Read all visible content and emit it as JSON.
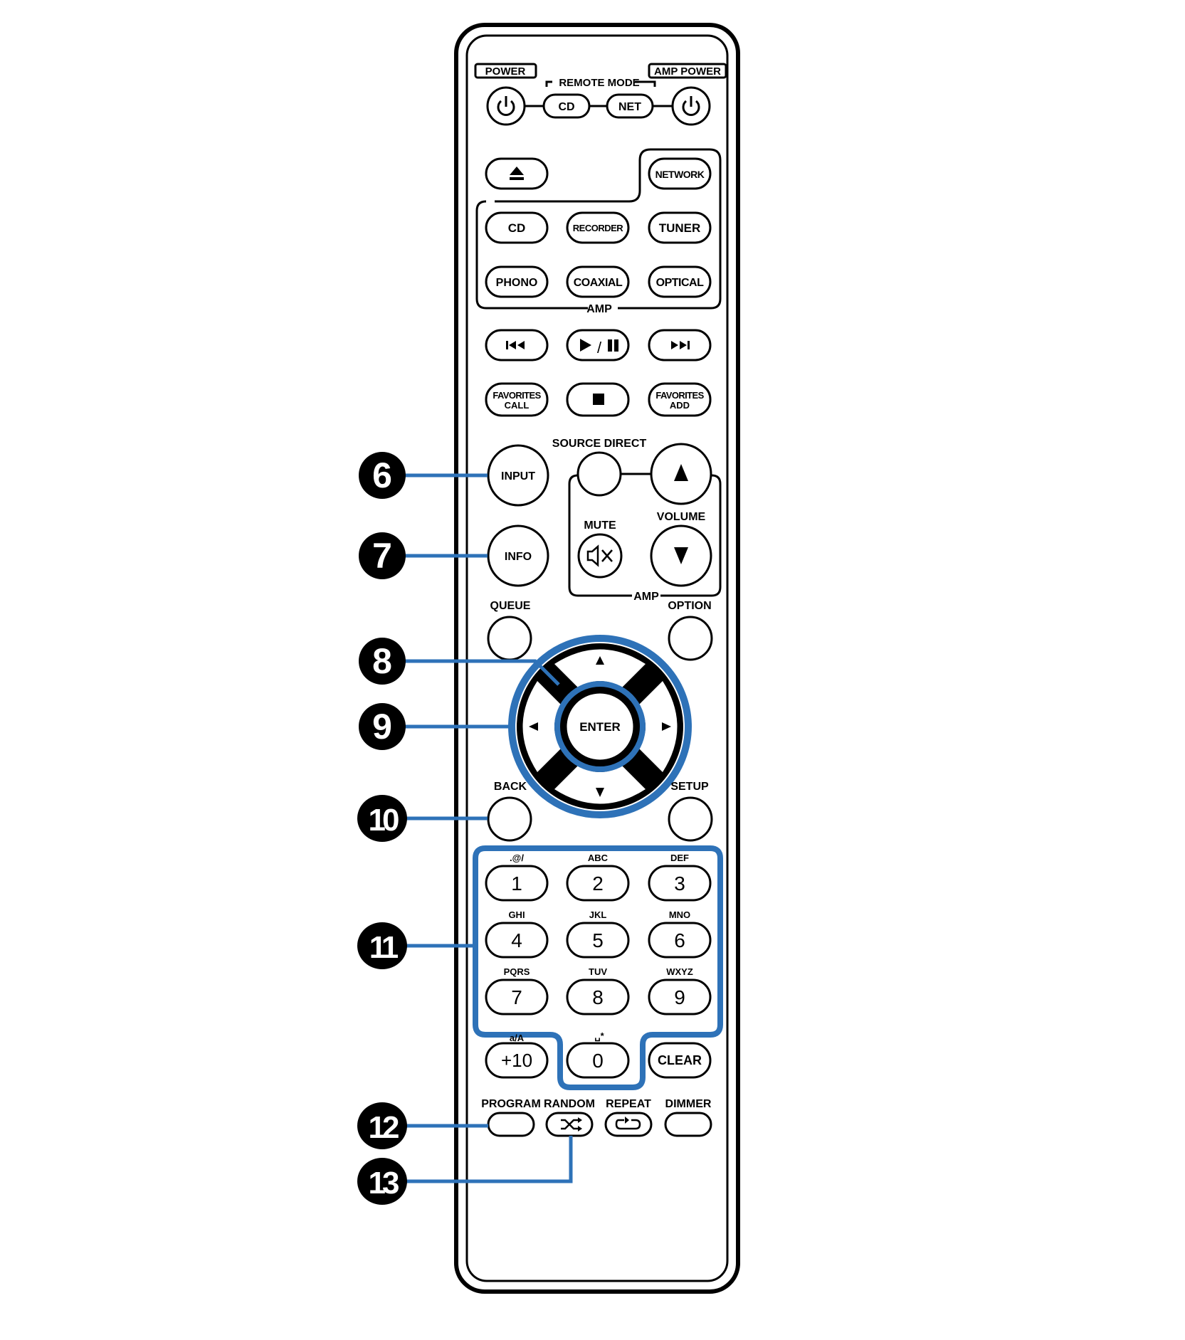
{
  "labels": {
    "power": "POWER",
    "remote_mode": "REMOTE MODE",
    "amp_power": "AMP POWER",
    "amp": "AMP",
    "source_direct": "SOURCE DIRECT",
    "mute": "MUTE",
    "volume": "VOLUME",
    "queue": "QUEUE",
    "option": "OPTION",
    "back": "BACK",
    "setup": "SETUP",
    "program": "PROGRAM",
    "random": "RANDOM",
    "repeat": "REPEAT",
    "dimmer": "DIMMER"
  },
  "buttons": {
    "mode_cd": "CD",
    "mode_net": "NET",
    "network": "NETWORK",
    "cd": "CD",
    "recorder": "RECORDER",
    "tuner": "TUNER",
    "phono": "PHONO",
    "coaxial": "COAXIAL",
    "optical": "OPTICAL",
    "fav_call_1": "FAVORITES",
    "fav_call_2": "CALL",
    "fav_add_1": "FAVORITES",
    "fav_add_2": "ADD",
    "input": "INPUT",
    "info": "INFO",
    "enter": "ENTER",
    "plus10": "+10",
    "clear": "CLEAR",
    "play_pause_sep": "/"
  },
  "keypad": [
    {
      "digit": "1",
      "letters": ".@/"
    },
    {
      "digit": "2",
      "letters": "ABC"
    },
    {
      "digit": "3",
      "letters": "DEF"
    },
    {
      "digit": "4",
      "letters": "GHI"
    },
    {
      "digit": "5",
      "letters": "JKL"
    },
    {
      "digit": "6",
      "letters": "MNO"
    },
    {
      "digit": "7",
      "letters": "PQRS"
    },
    {
      "digit": "8",
      "letters": "TUV"
    },
    {
      "digit": "9",
      "letters": "WXYZ"
    }
  ],
  "extra_keys": {
    "plus10_sub": "a/A",
    "zero_digit": "0",
    "zero_sub": "␣*"
  },
  "callouts": [
    "6",
    "7",
    "8",
    "9",
    "10",
    "11",
    "12",
    "13"
  ],
  "colors": {
    "callout_line": "#2e72b8",
    "outline": "#000000",
    "background": "#ffffff"
  }
}
